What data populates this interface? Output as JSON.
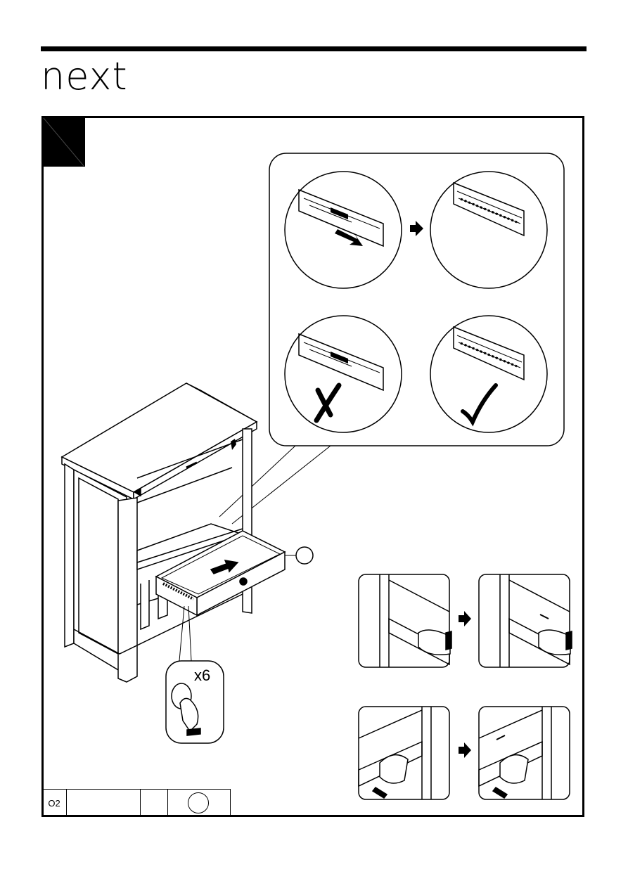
{
  "brand": {
    "logo_text": "next"
  },
  "step": {
    "number": ""
  },
  "callout": {
    "quantity_label": "x6",
    "part_label": ""
  },
  "parts_table": {
    "part_code": "O2",
    "description": "",
    "quantity": ""
  }
}
